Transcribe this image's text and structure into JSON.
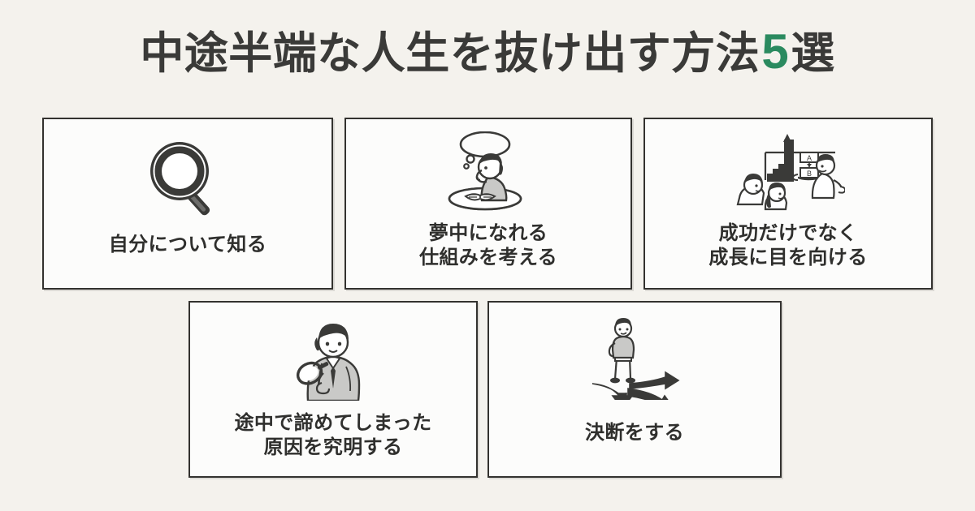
{
  "background_color": "#f4f2ed",
  "accent_color": "#2a8a5f",
  "text_color": "#2f2f2d",
  "header": {
    "title_prefix": "中途半端な人生を抜け出す方法",
    "title_number": "5",
    "title_suffix": "選",
    "title_full": "中途半端な人生を抜け出す方法5選"
  },
  "cards": [
    {
      "id": "card-1",
      "index": 1,
      "icon_name": "magnifying-glass-icon",
      "label_lines": [
        "自分について知る"
      ],
      "label": "自分について知る"
    },
    {
      "id": "card-2",
      "index": 2,
      "icon_name": "person-thinking-at-desk-icon",
      "label_lines": [
        "夢中になれる",
        "仕組みを考える"
      ],
      "label": "夢中になれる仕組みを考える"
    },
    {
      "id": "card-3",
      "index": 3,
      "icon_name": "presentation-growth-chart-icon",
      "label_lines": [
        "成功だけでなく",
        "成長に目を向ける"
      ],
      "label": "成功だけでなく成長に目を向ける",
      "chart_labels": [
        "A",
        "B"
      ]
    },
    {
      "id": "card-4",
      "index": 4,
      "icon_name": "detective-with-magnifier-icon",
      "label_lines": [
        "途中で諦めてしまった",
        "原因を究明する"
      ],
      "label": "途中で諦めてしまった原因を究明する"
    },
    {
      "id": "card-5",
      "index": 5,
      "icon_name": "person-at-crossroads-arrows-icon",
      "label_lines": [
        "決断をする"
      ],
      "label": "決断をする"
    }
  ]
}
